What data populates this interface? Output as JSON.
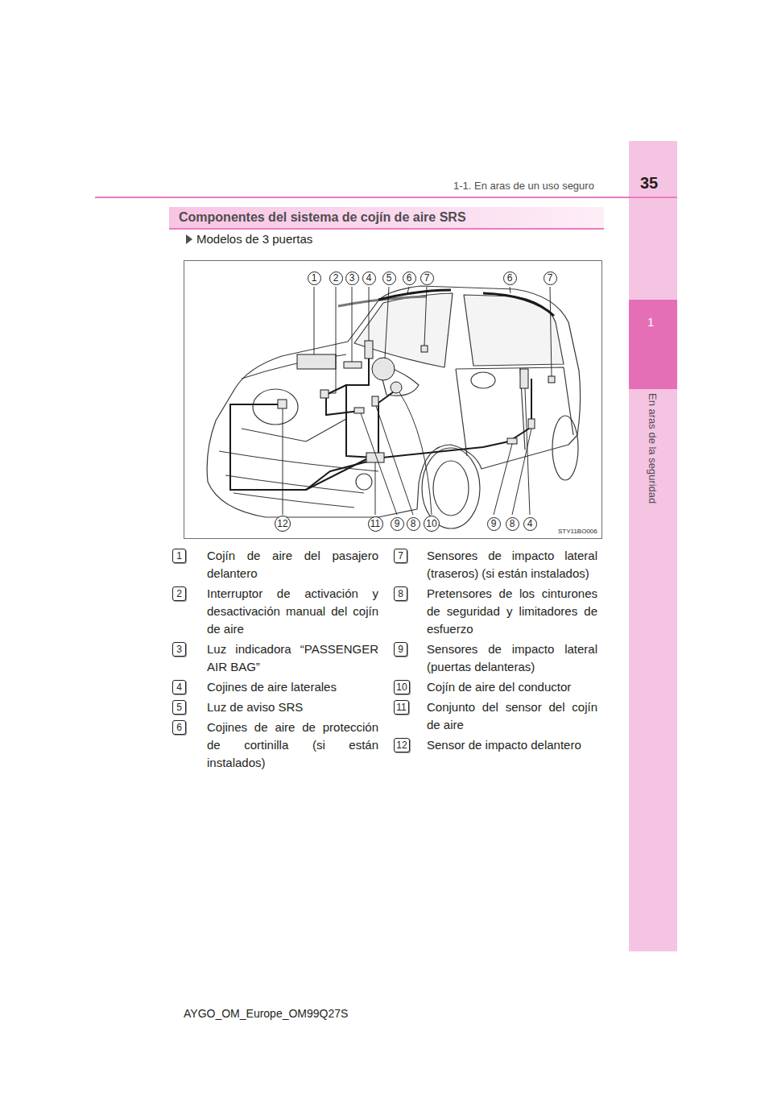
{
  "diagram": {
    "title": "Componentes del sistema de cojín de aire SRS",
    "nodes": [
      {
        "text": [
          "1"
        ]
      },
      {
        "text": [
          "2"
        ]
      },
      {
        "text": [
          "3"
        ]
      },
      {
        "text": [
          "4"
        ]
      },
      {
        "text": [
          "5"
        ]
      },
      {
        "text": [
          "6"
        ]
      },
      {
        "text": [
          "7"
        ]
      },
      {
        "text": [
          "6"
        ]
      },
      {
        "text": [
          "7"
        ]
      },
      {
        "text": [
          "12"
        ]
      },
      {
        "text": [
          "11"
        ]
      },
      {
        "text": [
          "9"
        ]
      },
      {
        "text": [
          "8"
        ]
      },
      {
        "text": [
          "10"
        ]
      },
      {
        "text": [
          "9"
        ]
      },
      {
        "text": [
          "8"
        ]
      },
      {
        "text": [
          "4"
        ]
      },
      {
        "text": [
          "1"
        ]
      },
      {
        "text": [
          "2"
        ]
      },
      {
        "text": [
          "3"
        ]
      },
      {
        "text": [
          "4"
        ]
      },
      {
        "text": [
          "5"
        ]
      },
      {
        "text": [
          "6"
        ]
      },
      {
        "text": [
          "7"
        ]
      },
      {
        "text": [
          "8"
        ]
      },
      {
        "text": [
          "9"
        ]
      },
      {
        "text": [
          "10"
        ]
      },
      {
        "text": [
          "11"
        ]
      },
      {
        "text": [
          "12"
        ]
      }
    ],
    "labels": [
      "1-1. En aras de un uso seguro",
      "35",
      "1",
      "En aras de la seguridad",
      "Modelos de 3 puertas",
      "STY11BO006",
      "Cojín de aire del pasajero delantero",
      "Interruptor de activación y desactivación manual del cojín de aire",
      "Luz indicadora “PASSENGER AIR BAG”",
      "Cojines de aire laterales",
      "Luz de aviso SRS",
      "Cojines de aire de protección de cortinilla (si están instalados)",
      "Sensores de impacto lateral (traseros) (si están instalados)",
      "Pretensores de los cinturones de seguridad y limitadores de esfuerzo",
      "Sensores de impacto lateral (puertas delanteras)",
      "Cojín de aire del conductor",
      "Conjunto del sensor del cojín de aire",
      "Sensor de impacto delantero",
      "AYGO_OM_Europe_OM99Q27S"
    ]
  }
}
